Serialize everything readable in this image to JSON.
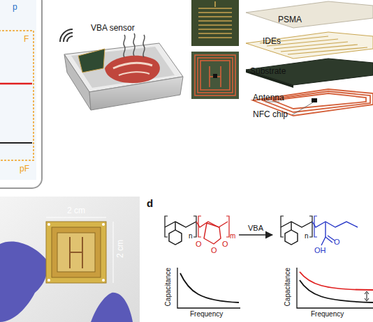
{
  "diagram": {
    "nodes": [
      {
        "text": [
          "n",
          "m",
          "O",
          "O",
          "O"
        ]
      },
      {
        "text": [
          "n",
          "O",
          "OH"
        ]
      },
      {
        "text": [
          "Capacitance",
          "Frequency"
        ]
      },
      {
        "text": [
          "Capacitance",
          "Frequency"
        ]
      }
    ],
    "edges": [
      {
        "from": 0,
        "to": 1,
        "label": "VBA",
        "arrow": "to"
      }
    ],
    "labels": [
      "p",
      "F",
      "pF",
      "VBA sensor",
      "PSMA",
      "IDEs",
      "Substrate",
      "Antenna",
      "NFC chip",
      "2 cm",
      "2 cm",
      "d"
    ]
  }
}
